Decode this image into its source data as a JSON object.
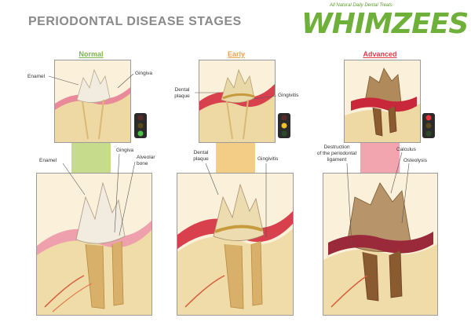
{
  "title": "PERIODONTAL DISEASE STAGES",
  "logo": {
    "tagline": "All Natural Daily Dental Treats",
    "wordmark": "WHIMZEES"
  },
  "stages": [
    {
      "name": "Normal",
      "color": "#7ab648",
      "connector_color": "#c6dc8c",
      "active_light": "green",
      "top_labels": [
        "Enamel",
        "Gingiva"
      ],
      "bottom_labels": [
        "Enamel",
        "Gingiva",
        "Alveolar",
        "bone"
      ]
    },
    {
      "name": "Early",
      "color": "#f0a04a",
      "connector_color": "#f3cd86",
      "active_light": "yellow",
      "top_labels": [
        "Dental",
        "plaque",
        "Gingivitis"
      ],
      "bottom_labels": [
        "Dental",
        "plaque",
        "Gingivitis"
      ]
    },
    {
      "name": "Advanced",
      "color": "#e03c4c",
      "connector_color": "#f2a5ae",
      "active_light": "red",
      "top_labels": [],
      "bottom_labels": [
        "Destruction",
        "of the periodontal",
        "ligament",
        "Calculus",
        "Osteolysis"
      ]
    }
  ]
}
